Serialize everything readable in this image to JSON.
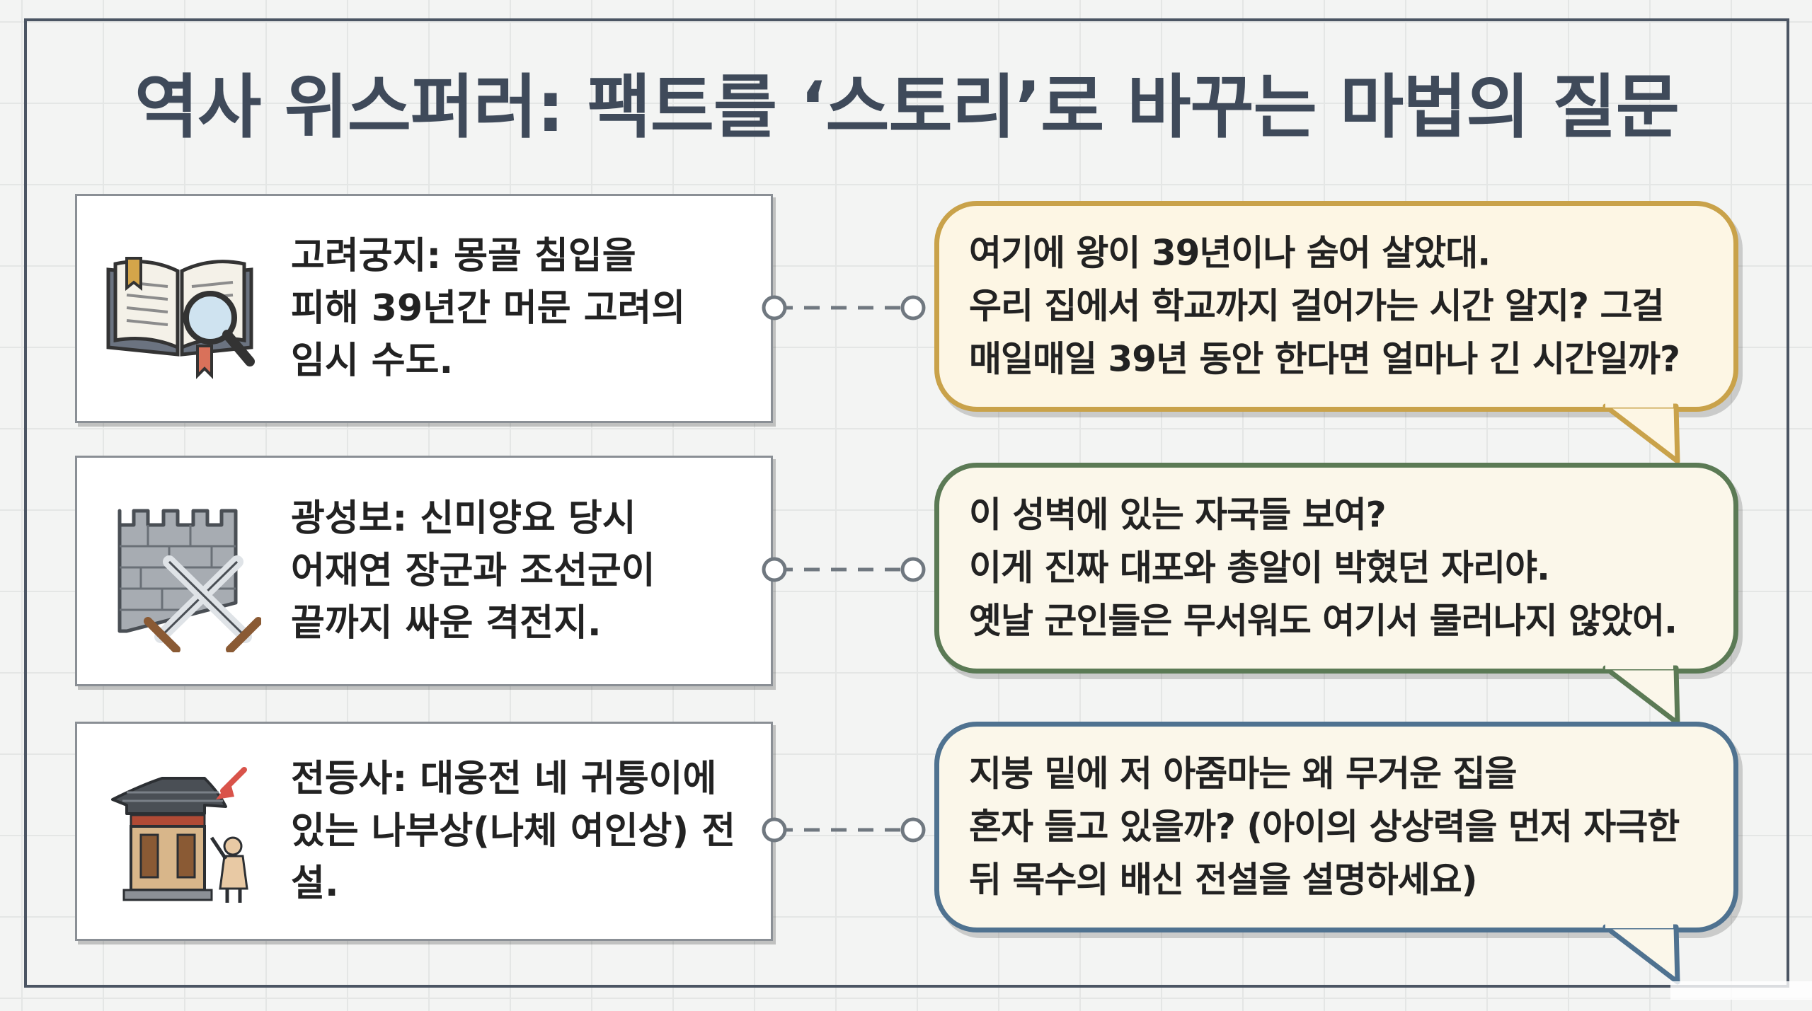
{
  "title": "역사 위스퍼러: 팩트를 ‘스토리’로 바꾸는 마법의 질문",
  "rows": [
    {
      "fact": "고려궁지: 몽골 침입을\n피해 39년간 머문 고려의\n임시 수도.",
      "icon": "book-magnifier-icon",
      "question": "여기에 왕이 39년이나 숨어 살았대.\n우리 집에서 학교까지 걸어가는 시간 알지? 그걸\n매일매일 39년 동안 한다면 얼마나 긴 시간일까?",
      "border_color": "#c9a24a",
      "bubble_bg": "#fdf6e4"
    },
    {
      "fact": "광성보: 신미양요 당시\n어재연 장군과 조선군이\n끝까지 싸운 격전지.",
      "icon": "fortress-swords-icon",
      "question": "이 성벽에 있는 자국들 보여?\n이게 진짜 대포와 총알이 박혔던 자리야.\n옛날 군인들은 무서워도 여기서 물러나지 않았어.",
      "border_color": "#5b7a55",
      "bubble_bg": "#fbf7ea"
    },
    {
      "fact": "전등사: 대웅전 네 귀퉁이에\n있는 나부상(나체 여인상) 전설.",
      "icon": "temple-statue-icon",
      "question": "지붕 밑에 저 아줌마는 왜 무거운 집을\n혼자 들고 있을까? (아이의 상상력을 먼저 자극한\n뒤 목수의 배신 전설을 설명하세요)",
      "border_color": "#4f7290",
      "bubble_bg": "#fbf7ea"
    }
  ]
}
